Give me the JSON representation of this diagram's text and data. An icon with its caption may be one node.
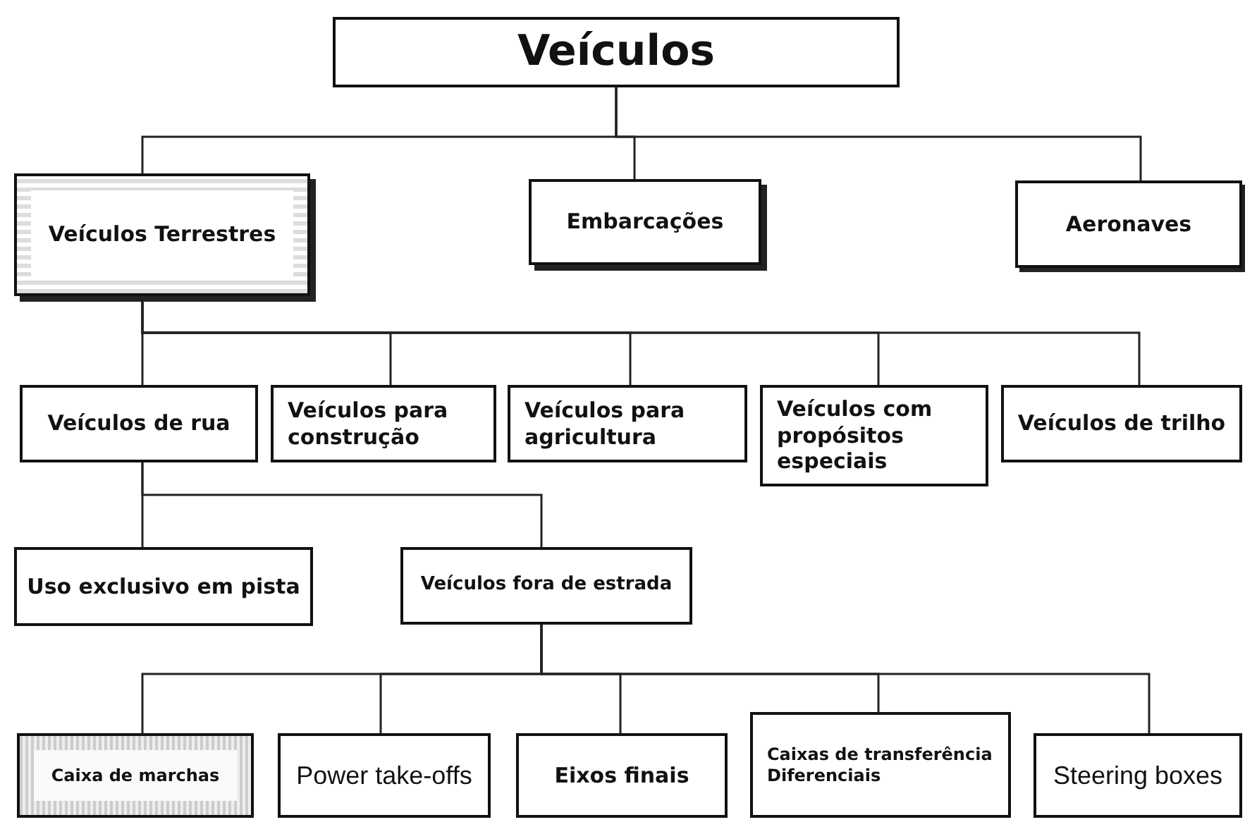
{
  "diagram": {
    "nodes": [
      {
        "text": [
          "Veículos"
        ]
      },
      {
        "text": [
          "Veículos Terrestres"
        ]
      },
      {
        "text": [
          "Embarcações"
        ]
      },
      {
        "text": [
          "Aeronaves"
        ]
      },
      {
        "text": [
          "Veículos de rua"
        ]
      },
      {
        "text": [
          "Veículos para construção"
        ]
      },
      {
        "text": [
          "Veículos para agricultura"
        ]
      },
      {
        "text": [
          "Veículos com propósitos especiais"
        ]
      },
      {
        "text": [
          "Veículos de trilho"
        ]
      },
      {
        "text": [
          "Uso exclusivo em pista"
        ]
      },
      {
        "text": [
          "Veículos fora de estrada"
        ]
      },
      {
        "text": [
          "Caixa de marchas"
        ]
      },
      {
        "text": [
          "Power take-offs"
        ]
      },
      {
        "text": [
          "Eixos finais"
        ]
      },
      {
        "text": [
          "Caixas de transferência",
          "Diferenciais"
        ]
      },
      {
        "text": [
          "Steering boxes"
        ]
      }
    ],
    "edges": [
      {
        "from": 0,
        "to": 1,
        "arrow": "none"
      },
      {
        "from": 0,
        "to": 2,
        "arrow": "none"
      },
      {
        "from": 0,
        "to": 3,
        "arrow": "none"
      },
      {
        "from": 1,
        "to": 4,
        "arrow": "none"
      },
      {
        "from": 1,
        "to": 5,
        "arrow": "none"
      },
      {
        "from": 1,
        "to": 6,
        "arrow": "none"
      },
      {
        "from": 1,
        "to": 7,
        "arrow": "none"
      },
      {
        "from": 1,
        "to": 8,
        "arrow": "none"
      },
      {
        "from": 4,
        "to": 9,
        "arrow": "none"
      },
      {
        "from": 4,
        "to": 10,
        "arrow": "none"
      },
      {
        "from": 10,
        "to": 11,
        "arrow": "none"
      },
      {
        "from": 10,
        "to": 12,
        "arrow": "none"
      },
      {
        "from": 10,
        "to": 13,
        "arrow": "none"
      },
      {
        "from": 10,
        "to": 14,
        "arrow": "none"
      },
      {
        "from": 10,
        "to": 15,
        "arrow": "none"
      }
    ]
  }
}
